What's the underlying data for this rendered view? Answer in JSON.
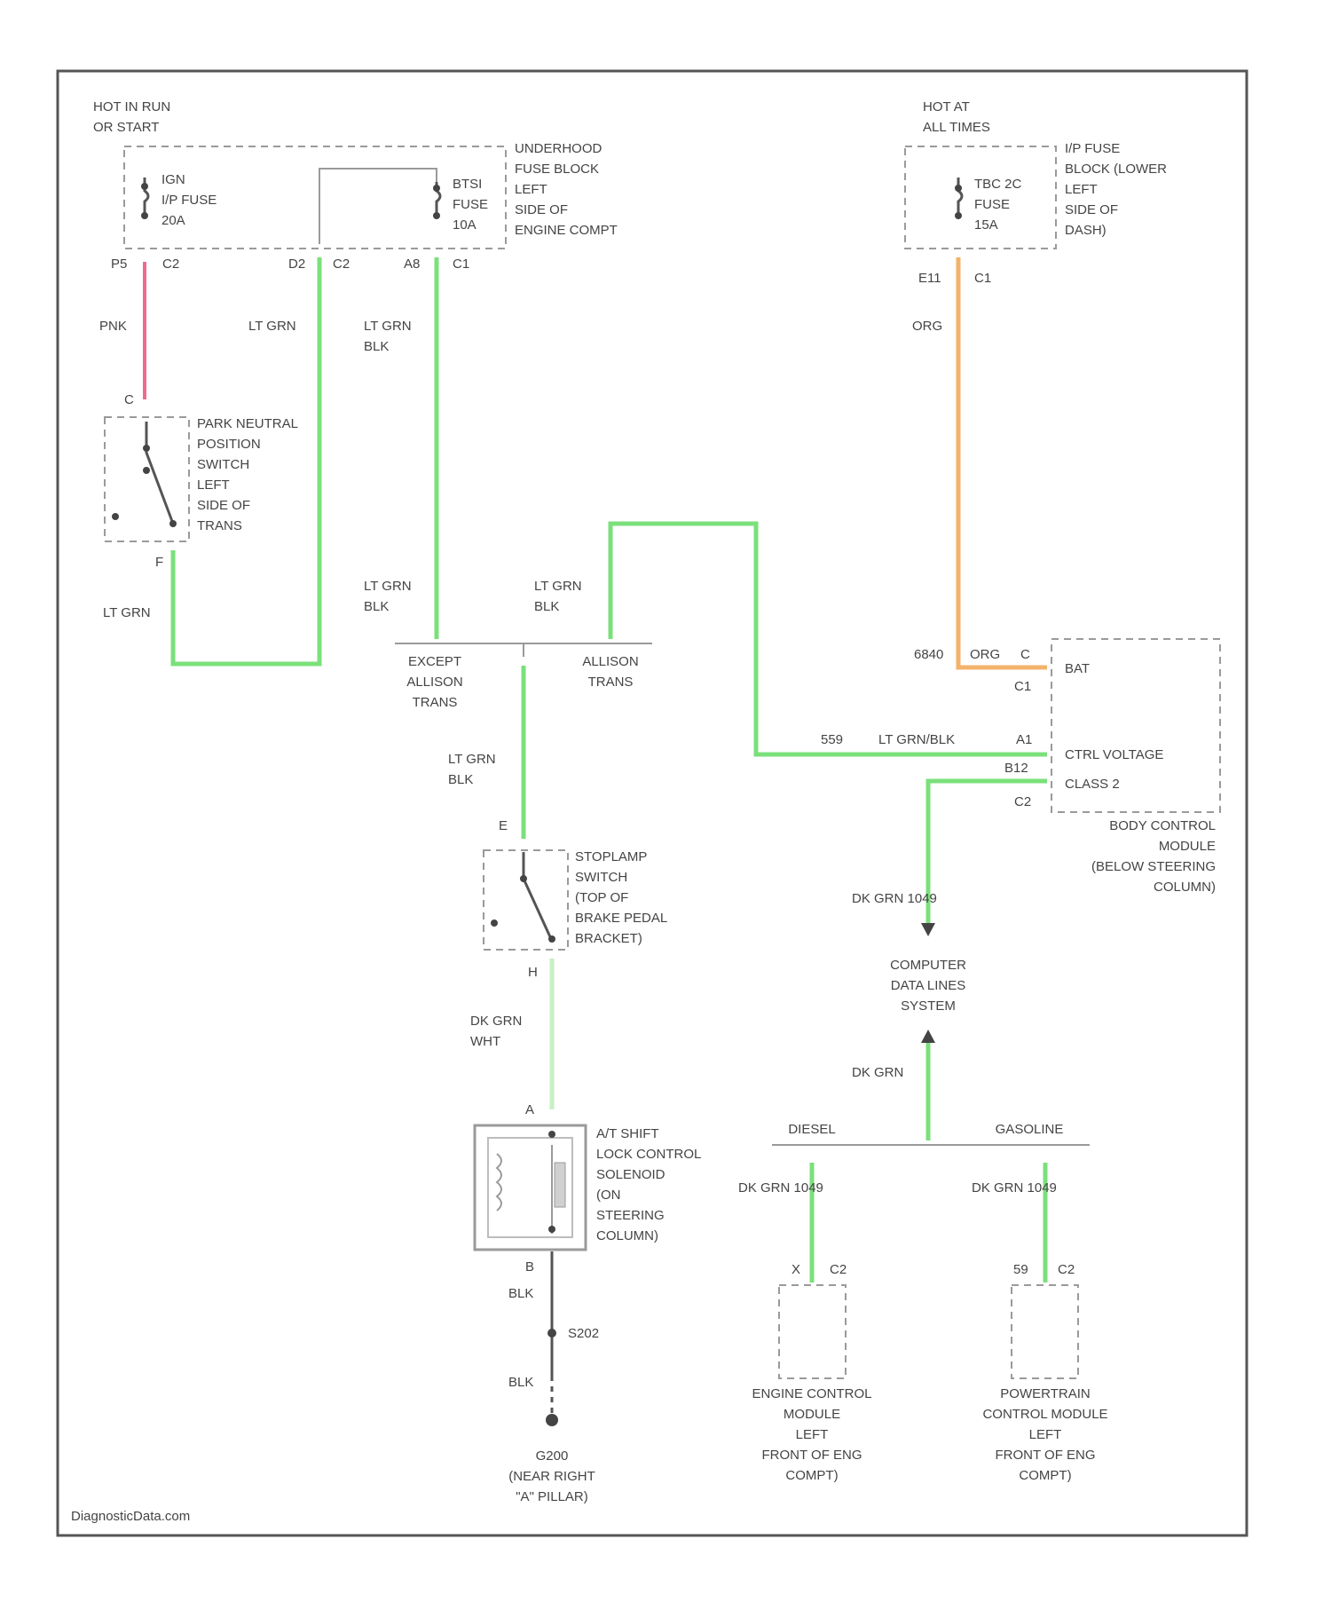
{
  "colors": {
    "pink": "#f06a8f",
    "light_green": "#7be07b",
    "pale_green": "#c7f0c4",
    "orange": "#f3b26b",
    "frame": "#555555"
  },
  "labels": {
    "hot_run": [
      "HOT IN RUN",
      "OR START"
    ],
    "hot_all": [
      "HOT AT",
      "ALL TIMES"
    ],
    "fuse1": [
      "IGN",
      "I/P FUSE",
      "20A"
    ],
    "fuse2": [
      "BTSI",
      "FUSE",
      "10A"
    ],
    "fuse3": [
      "TBC 2C",
      "FUSE",
      "15A"
    ],
    "underhood": [
      "UNDERHOOD",
      "FUSE BLOCK",
      "LEFT",
      "SIDE OF",
      "ENGINE COMPT"
    ],
    "ip_fuse_block": [
      "I/P FUSE",
      "BLOCK (LOWER",
      "LEFT",
      "SIDE OF",
      "DASH)"
    ],
    "park_neutral": [
      "PARK NEUTRAL",
      "POSITION",
      "SWITCH",
      "LEFT",
      "SIDE OF",
      "TRANS"
    ],
    "stoplamp": [
      "STOPLAMP",
      "SWITCH",
      "(TOP OF",
      "BRAKE PEDAL",
      "BRACKET)"
    ],
    "solenoid": [
      "A/T SHIFT",
      "LOCK CONTROL",
      "SOLENOID",
      "(ON",
      "STEERING",
      "COLUMN)"
    ],
    "bcm": [
      "BODY CONTROL",
      "MODULE",
      "(BELOW STEERING",
      "COLUMN)"
    ],
    "data_lines": [
      "COMPUTER",
      "DATA LINES",
      "SYSTEM"
    ],
    "ecm": [
      "ENGINE CONTROL",
      "MODULE",
      "LEFT",
      "FRONT OF ENG",
      "COMPT)"
    ],
    "pcm": [
      "POWERTRAIN",
      "CONTROL MODULE",
      "LEFT",
      "FRONT OF ENG",
      "COMPT)"
    ],
    "ground": [
      "G200",
      "(NEAR RIGHT",
      "\"A\" PILLAR)"
    ],
    "except_allison": [
      "EXCEPT",
      "ALLISON",
      "TRANS"
    ],
    "allison": [
      "ALLISON",
      "TRANS"
    ],
    "diesel": "DIESEL",
    "gasoline": "GASOLINE",
    "conn_p5": "P5",
    "conn_c2_a": "C2",
    "conn_d2": "D2",
    "conn_c2_b": "C2",
    "conn_a8": "A8",
    "conn_c1_a": "C1",
    "conn_e11": "E11",
    "conn_c1_b": "C1",
    "conn_c": "C",
    "conn_f": "F",
    "conn_e": "E",
    "conn_h": "H",
    "conn_a": "A",
    "conn_b": "B",
    "conn_x": "X",
    "conn_c2_c": "C2",
    "conn_59": "59",
    "conn_c2_d": "C2",
    "bcm_6840": "6840",
    "bcm_org": "ORG",
    "bcm_c": "C",
    "bcm_c1": "C1",
    "bcm_bat": "BAT",
    "bcm_559": "559",
    "bcm_ltgrnblk": "LT GRN/BLK",
    "bcm_a1": "A1",
    "bcm_ctrl": "CTRL VOLTAGE",
    "bcm_b12": "B12",
    "bcm_class2": "CLASS 2",
    "bcm_c2": "C2",
    "wire_pnk": "PNK",
    "wire_ltgrn1": "LT GRN",
    "wire_ltgrnblk1": [
      "LT GRN",
      "BLK"
    ],
    "wire_org": "ORG",
    "wire_ltgrn_left": "LT GRN",
    "wire_ltgrnblk2": [
      "LT GRN",
      "BLK"
    ],
    "wire_ltgrnblk3": [
      "LT GRN",
      "BLK"
    ],
    "wire_ltgrnblk4": [
      "LT GRN",
      "BLK"
    ],
    "wire_dkgrnwht": [
      "DK GRN",
      "WHT"
    ],
    "wire_blk1": "BLK",
    "wire_blk2": "BLK",
    "splice_s202": "S202",
    "wire_dkgrn_1049a": "DK GRN  1049",
    "wire_dkgrn": "DK GRN",
    "wire_dkgrn_1049b": "DK GRN  1049",
    "wire_dkgrn_1049c": "DK GRN  1049",
    "watermark": "DiagnosticData.com"
  }
}
